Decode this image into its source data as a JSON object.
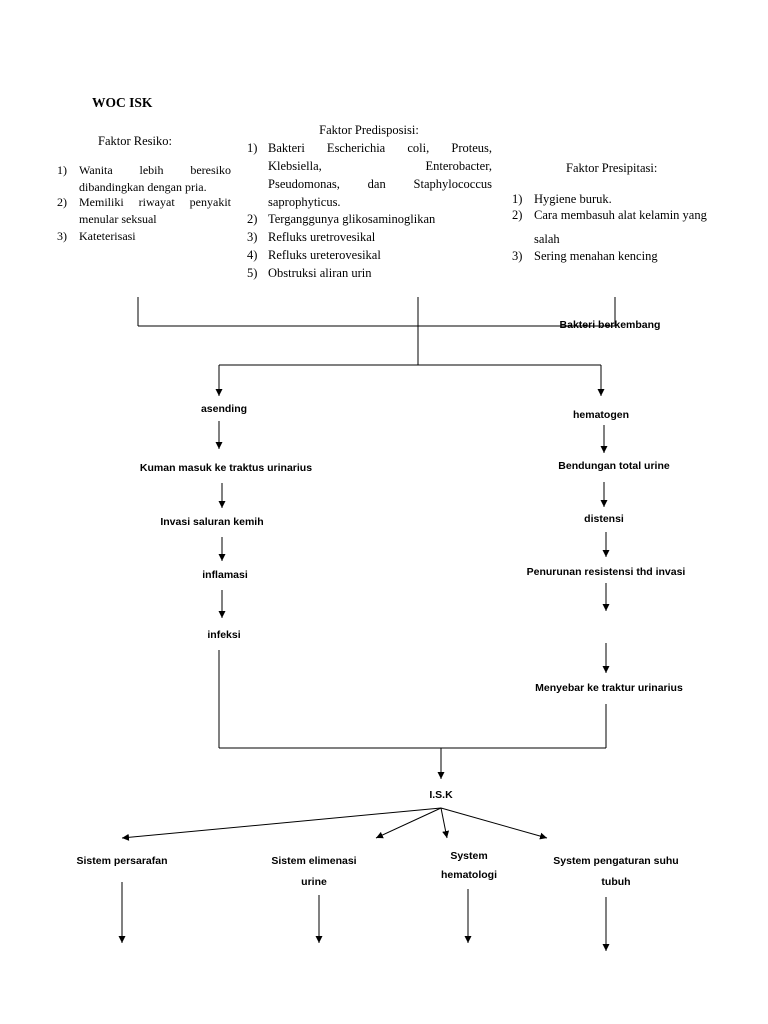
{
  "title": "WOC ISK",
  "faktor_resiko": {
    "heading": "Faktor Resiko:",
    "items": [
      {
        "num": "1)",
        "lines": [
          "Wanita lebih beresiko",
          "dibandingkan dengan pria."
        ]
      },
      {
        "num": "2)",
        "lines": [
          "Memiliki riwayat penyakit",
          "menular seksual"
        ]
      },
      {
        "num": "3)",
        "lines": [
          "Kateterisasi"
        ]
      }
    ]
  },
  "faktor_predisposisi": {
    "heading": "Faktor Predisposisi:",
    "items": [
      {
        "num": "1)",
        "lines": [
          "Bakteri Escherichia coli, Proteus,",
          "Klebsiella, Enterobacter,",
          "Pseudomonas, dan Staphylococcus",
          "saprophyticus."
        ]
      },
      {
        "num": "2)",
        "lines": [
          "Terganggunya glikosaminoglikan"
        ]
      },
      {
        "num": "3)",
        "lines": [
          "Refluks uretrovesikal"
        ]
      },
      {
        "num": "4)",
        "lines": [
          "Refluks ureterovesikal"
        ]
      },
      {
        "num": "5)",
        "lines": [
          "Obstruksi aliran urin"
        ]
      }
    ]
  },
  "faktor_presipitasi": {
    "heading": "Faktor Presipitasi:",
    "items": [
      {
        "num": "1)",
        "lines": [
          "Hygiene buruk."
        ]
      },
      {
        "num": "2)",
        "lines": [
          "Cara membasuh alat kelamin yang",
          "salah"
        ]
      },
      {
        "num": "3)",
        "lines": [
          "Sering menahan kencing"
        ]
      }
    ]
  },
  "nodes": {
    "bakteri_berkembang": "Bakteri berkembang",
    "asending": "asending",
    "kuman_masuk": "Kuman masuk ke traktus urinarius",
    "invasi": "Invasi saluran kemih",
    "inflamasi": "inflamasi",
    "infeksi": "infeksi",
    "hematogen": "hematogen",
    "bendungan": "Bendungan total urine",
    "distensi": "distensi",
    "penurunan": "Penurunan resistensi thd invasi",
    "menyebar": "Menyebar ke traktur urinarius",
    "isk": "I.S.K"
  },
  "outcomes": [
    {
      "lines": [
        "Sistem persarafan"
      ]
    },
    {
      "lines": [
        "Sistem elimenasi",
        "urine"
      ]
    },
    {
      "lines": [
        "System",
        "hematologi"
      ]
    },
    {
      "lines": [
        "System pengaturan suhu",
        "tubuh"
      ]
    }
  ]
}
